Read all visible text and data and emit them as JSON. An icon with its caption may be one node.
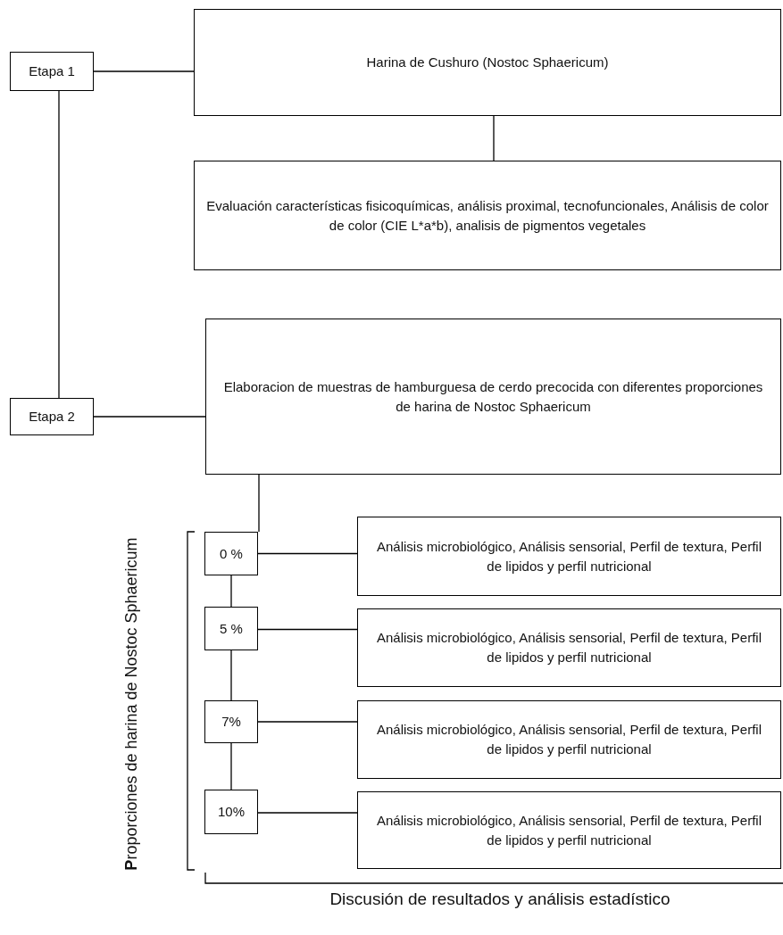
{
  "diagram": {
    "nodes": [
      {
        "text": [
          "Etapa 1"
        ]
      },
      {
        "text": [
          "Harina de Cushuro (Nostoc Sphaericum)"
        ]
      },
      {
        "text": [
          "Evaluación características fisicoquímicas, análisis proximal, tecnofuncionales, Análisis de color de color (CIE L*a*b), analisis de pigmentos vegetales"
        ]
      },
      {
        "text": [
          "Etapa 2"
        ]
      },
      {
        "text": [
          "Elaboracion de muestras de hamburguesa de cerdo precocida con diferentes proporciones de harina de Nostoc Sphaericum"
        ]
      },
      {
        "text": [
          "0 %"
        ]
      },
      {
        "text": [
          "Análisis microbiológico, Análisis sensorial, Perfil de textura, Perfil de lipidos y perfil nutricional"
        ]
      },
      {
        "text": [
          "5 %"
        ]
      },
      {
        "text": [
          "Análisis microbiológico, Análisis sensorial, Perfil de textura, Perfil de lipidos y perfil nutricional"
        ]
      },
      {
        "text": [
          "7%"
        ]
      },
      {
        "text": [
          "Análisis microbiológico, Análisis sensorial, Perfil de textura, Perfil de lipidos y perfil nutricional"
        ]
      },
      {
        "text": [
          "10%"
        ]
      },
      {
        "text": [
          "Análisis microbiológico, Análisis sensorial, Perfil de textura, Perfil de lipidos y perfil nutricional"
        ]
      }
    ],
    "edges": [
      {
        "from": 0,
        "to": 1,
        "arrow": "none"
      },
      {
        "from": 1,
        "to": 2,
        "arrow": "none"
      },
      {
        "from": 0,
        "to": 3,
        "arrow": "none"
      },
      {
        "from": 3,
        "to": 4,
        "arrow": "none"
      },
      {
        "from": 4,
        "to": 5,
        "arrow": "none"
      },
      {
        "from": 5,
        "to": 6,
        "arrow": "none"
      },
      {
        "from": 5,
        "to": 7,
        "arrow": "none"
      },
      {
        "from": 7,
        "to": 8,
        "arrow": "none"
      },
      {
        "from": 7,
        "to": 9,
        "arrow": "none"
      },
      {
        "from": 9,
        "to": 10,
        "arrow": "none"
      },
      {
        "from": 9,
        "to": 11,
        "arrow": "none"
      },
      {
        "from": 11,
        "to": 12,
        "arrow": "none"
      }
    ],
    "labels": [
      "**P**roporciones de harina de Nostoc Sphaericum",
      "Discusión de resultados y análisis estadístico"
    ]
  }
}
